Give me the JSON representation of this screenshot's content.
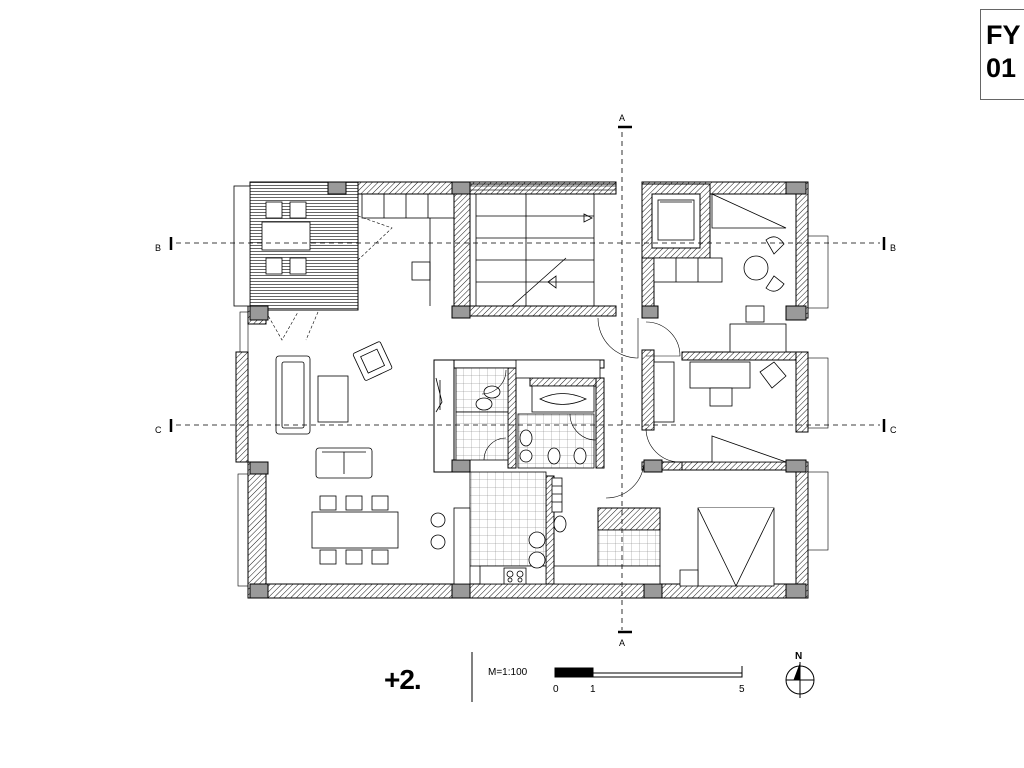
{
  "sheet": {
    "line1": "FY",
    "line2": "01"
  },
  "level": "+2.",
  "scale": {
    "title": "M=1:100",
    "tick_0": "0",
    "tick_1": "1",
    "tick_5": "5"
  },
  "north_label": "N",
  "sections": {
    "a": "A",
    "b": "B",
    "c": "C"
  },
  "colors": {
    "line": "#000000",
    "wall_fill": "#dddddd",
    "column_fill": "#888888",
    "paper": "#ffffff"
  }
}
